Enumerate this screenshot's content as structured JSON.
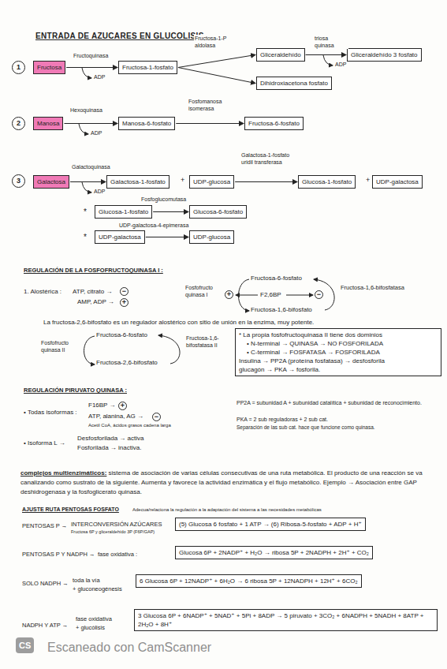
{
  "diagram": {
    "title": "ENTRADA DE AZUCARES EN GLUCOLISIS",
    "nodes": [
      {
        "text": [
          "1"
        ]
      },
      {
        "text": [
          "Fructosa"
        ]
      },
      {
        "text": [
          "Fructosa-1-fosfato"
        ]
      },
      {
        "text": [
          "Gliceraldehído"
        ]
      },
      {
        "text": [
          "Gliceraldehído 3 fosfato"
        ]
      },
      {
        "text": [
          "Dihidroxiacetona fosfato"
        ]
      },
      {
        "text": [
          "2"
        ]
      },
      {
        "text": [
          "Manosa"
        ]
      },
      {
        "text": [
          "Manosa-6-fosfato"
        ]
      },
      {
        "text": [
          "Fructosa-6-fosfato"
        ]
      },
      {
        "text": [
          "3"
        ]
      },
      {
        "text": [
          "Galactosa"
        ]
      },
      {
        "text": [
          "Galactosa-1-fosfato"
        ]
      },
      {
        "text": [
          "UDP-glucosa"
        ]
      },
      {
        "text": [
          "Glucosa-1-fosfato"
        ]
      },
      {
        "text": [
          "UDP-galactosa"
        ]
      },
      {
        "text": [
          "Glucosa-1-fosfato"
        ]
      },
      {
        "text": [
          "Glucosa-6-fosfato"
        ]
      },
      {
        "text": [
          "UDP-galactosa"
        ]
      },
      {
        "text": [
          "UDP-glucosa"
        ]
      },
      {
        "text": [
          "−"
        ]
      },
      {
        "text": [
          "+"
        ]
      },
      {
        "text": [
          "−"
        ]
      },
      {
        "text": [
          "+"
        ]
      },
      {
        "text": [
          "* La propia fosfofructoquinasa II tiene dos dominios",
          "• N-terminal → QUINASA → NO FOSFORILADA",
          "• C-terminal → FOSFATASA → FOSFORILADA",
          "Insulina → PP2A (proteína fosfatasa) → desfosforila",
          "glucagón → PKA → fosforila."
        ]
      },
      {
        "text": [
          "+"
        ]
      },
      {
        "text": [
          "−"
        ]
      },
      {
        "text": [
          "(5) Glucosa 6 fosfato + 1 ATP → (6) Ribosa-5-fosfato + ADP + H⁺"
        ]
      },
      {
        "text": [
          "Glucosa 6P + 2NADP⁺ + H₂O → ribosa 5P + 2NADPH + 2H⁺ + CO₂"
        ]
      },
      {
        "text": [
          "6 Glucosa 6P + 12NADP⁺ + 6H₂O → 6 ribosa 5P + 12NADPH + 12H⁺ + 6CO₂"
        ]
      },
      {
        "text": [
          "3 Glucosa 6P + 6NADP⁺ + 5NAD⁺ + 5Pi + 8ADP → 5 piruvato + 3CO₂ + 6NADPH + 5NADH + 8ATP + 2H₂O + 8H⁺"
        ]
      }
    ],
    "edges": [
      {
        "from": 1,
        "to": 2,
        "arrow": "to",
        "label": "Fructoquinasa"
      },
      {
        "from": 2,
        "to": 3,
        "arrow": "to",
        "label": "Fructosa-1-P aldolasa"
      },
      {
        "from": 2,
        "to": 5,
        "arrow": "to"
      },
      {
        "from": 3,
        "to": 4,
        "arrow": "to",
        "label": "triosa quinasa"
      },
      {
        "from": 7,
        "to": 8,
        "arrow": "to",
        "label": "Hexoquinasa"
      },
      {
        "from": 8,
        "to": 9,
        "arrow": "to",
        "label": "Fosfomanosa isomerasa"
      },
      {
        "from": 11,
        "to": 12,
        "arrow": "to",
        "label": "Galactoquinasa"
      },
      {
        "from": 13,
        "to": 14,
        "arrow": "to",
        "label": "Galactosa-1-fosfato uridil transferasa"
      },
      {
        "from": 16,
        "to": 17,
        "arrow": "to",
        "label": "Fosfoglucomutasa"
      },
      {
        "from": 18,
        "to": 19,
        "arrow": "to",
        "label": "UDP-galactosa-4-epimerasa"
      }
    ],
    "labels": [
      "ADP",
      "ADP",
      "ADP",
      "ADP",
      "+",
      "+",
      "*",
      "*",
      "REGULACIÓN DE LA FOSFOFRUCTOQUINASA I :",
      "1. Alostérica :",
      "ATP, citrato →",
      "AMP, ADP →",
      "Fructosa-6-fosfato",
      "Fosfofructo quinasa I",
      "F2,6BP",
      "Fructosa-1,6-bifosfatasa",
      "Fructosa-1,6-bifosfato",
      "La fructosa-2,6-bifosfato es un regulador alostérico con sitio de unión en la enzima, muy potente.",
      "Fosfofructo quinasa II",
      "Fructosa-6-fosfato",
      "Fructosa-1,6-bifosfatasa II",
      "Fructosa-2,6-bifosfato",
      "REGULACIÓN PIRUVATO QUINASA :",
      "• Todas isoformas :",
      "F16BP →",
      "ATP, alanina, AG →",
      "Acetil CoA, ácidos grasos cadena larga",
      "• Isoforma L →",
      "Desfosforilada → activa",
      "Fosforilada → inactiva.",
      "PP2A = subunidad A + subunidad catalítica + subunidad de reconocimiento.",
      "PKA = 2 sub reguladoras + 2 sub cat.",
      "Separación de las sub cat. hace que funcione como quinasa.",
      "complejos multienzimáticos:",
      "sistema de asociación de varias células consecutivas de una ruta metabólica. El producto de una reacción se va canalizando como sustrato de la siguiente. Aumenta y favorece la actividad enzimática y el flujo metabólico. Ejemplo → Asociación entre GAP deshidrogenasa y la fosfoglicerato quinasa.",
      "AJUSTE RUTA PENTOSAS FOSFATO",
      "Adecua/relaciona la regulación a la adaptación del sistema a las necesidades metabólicas",
      "PENTOSAS P →",
      "INTERCONVERSIÓN AZÚCARES",
      "Fructosa 6P y gliceraldehído 3P (F6P/GAP)",
      "PENTOSAS P Y NADPH →",
      "fase oxidativa :",
      "SOLO NADPH →",
      "toda la vía",
      "+ gluconeogénesis",
      "NADPH Y ATP →",
      "fase oxidativa",
      "+ glucólisis",
      "CS",
      "Escaneado con CamScanner"
    ]
  }
}
